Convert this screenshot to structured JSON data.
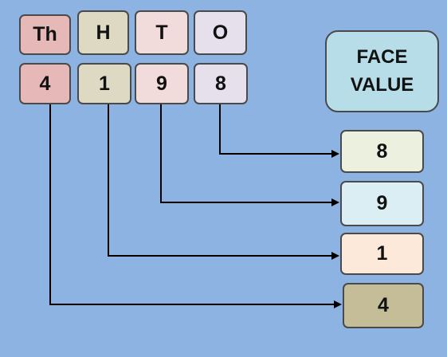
{
  "header_row": [
    {
      "label": "Th",
      "color": "#e6b8b7"
    },
    {
      "label": "H",
      "color": "#ddd9c3"
    },
    {
      "label": "T",
      "color": "#f2dcdb"
    },
    {
      "label": "O",
      "color": "#e5e0ec"
    }
  ],
  "digit_row": [
    {
      "value": "4",
      "color": "#e6b8b7"
    },
    {
      "value": "1",
      "color": "#ddd9c3"
    },
    {
      "value": "9",
      "color": "#f2dcdb"
    },
    {
      "value": "8",
      "color": "#e5e0ec"
    }
  ],
  "title": {
    "line1": "FACE",
    "line2": "VALUE",
    "color": "#b7dee8"
  },
  "results": [
    {
      "value": "8",
      "color": "#ebf1de"
    },
    {
      "value": "9",
      "color": "#dbeef3"
    },
    {
      "value": "1",
      "color": "#fde9d9"
    },
    {
      "value": "4",
      "color": "#c4bd97"
    }
  ],
  "colors": {
    "background": "#8db3e2",
    "line": "#000000",
    "border": "#4a4a4a"
  }
}
